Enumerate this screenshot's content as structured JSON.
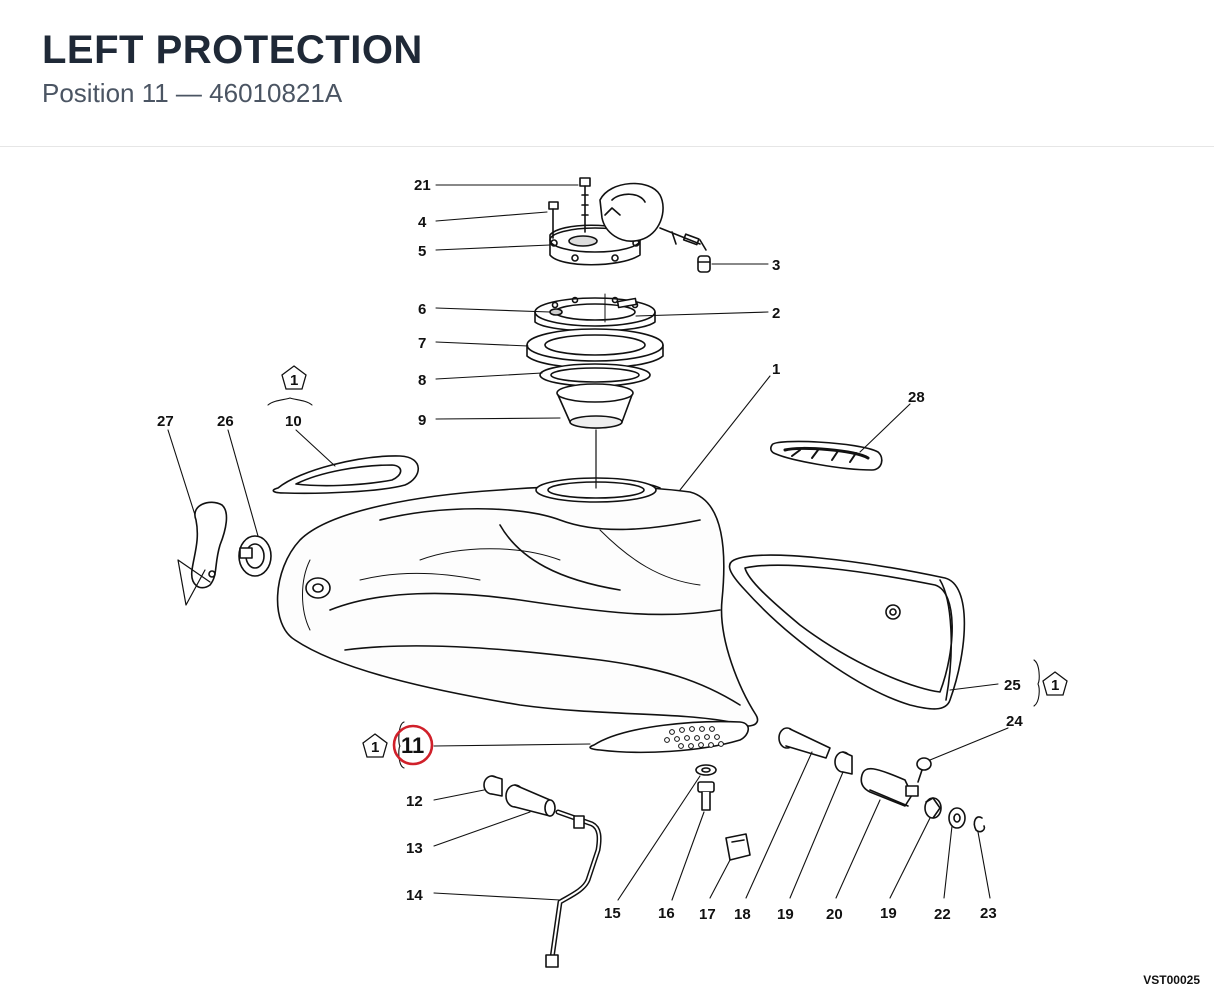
{
  "header": {
    "title": "LEFT PROTECTION",
    "subtitle": "Position 11  —  46010821A"
  },
  "diagram": {
    "highlight_color": "#d0202a",
    "callouts": {
      "c1": "1",
      "c2": "2",
      "c3": "3",
      "c4": "4",
      "c5": "5",
      "c6": "6",
      "c7": "7",
      "c8": "8",
      "c9": "9",
      "c10": "10",
      "c11": "11",
      "c12": "12",
      "c13": "13",
      "c14": "14",
      "c15": "15",
      "c16": "16",
      "c17": "17",
      "c18": "18",
      "c19a": "19",
      "c19b": "19",
      "c20": "20",
      "c21": "21",
      "c22": "22",
      "c23": "23",
      "c24": "24",
      "c25": "25",
      "c26": "26",
      "c27": "27",
      "c28": "28"
    },
    "pentagon_marks": {
      "p10": "1",
      "p11": "1",
      "p25": "1"
    },
    "drawing_code": "VST00025"
  }
}
